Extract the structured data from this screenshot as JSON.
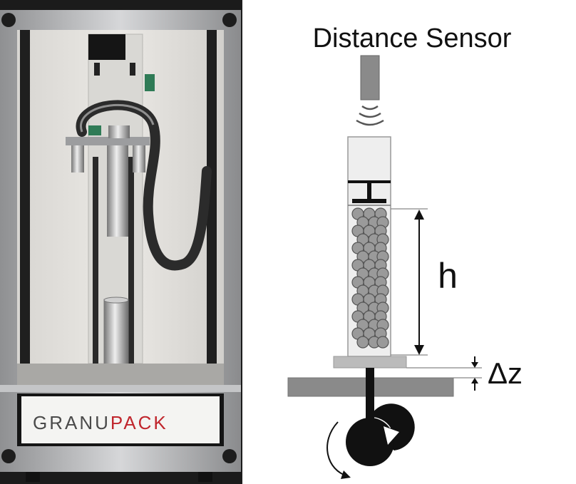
{
  "photo": {
    "brand_part1": "GRANU",
    "brand_part2": "PACK",
    "brand_color_1": "#4a4a4a",
    "brand_color_2": "#c0262d"
  },
  "diagram": {
    "sensor_label": "Distance Sensor",
    "height_label": "h",
    "tap_label": "Δz",
    "icons": [
      "distance-sensor-icon",
      "sensor-wave-icon",
      "cam-motor-icon",
      "rotation-arrow-icon"
    ]
  }
}
